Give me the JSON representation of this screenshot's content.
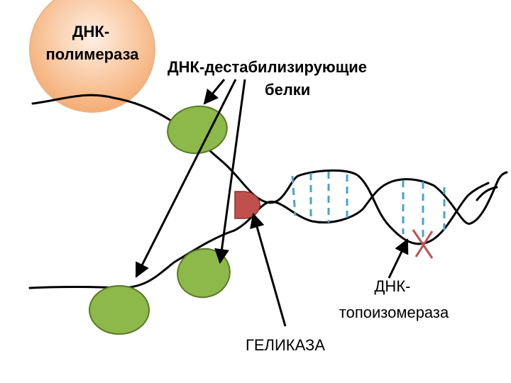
{
  "labels": {
    "polymerase_line1": "ДНК-",
    "polymerase_line2": "полимераза",
    "ssb_line1": "ДНК-дестабилизирующие",
    "ssb_line2": "белки",
    "helicase": "ГЕЛИКАЗА",
    "topo_line1": "ДНК-",
    "topo_line2": "топоизомераза"
  },
  "colors": {
    "strand": "#000000",
    "ssb_fill": "#8db84a",
    "ssb_stroke": "#5a7a28",
    "polymerase_fill_top": "#fde3cf",
    "polymerase_fill_bottom": "#f7b47e",
    "polymerase_stroke": "#e0a070",
    "helicase_fill": "#c0504d",
    "helicase_stroke": "#8c3130",
    "hbond": "#4aa3c8",
    "topo_mark": "#c0504d"
  }
}
